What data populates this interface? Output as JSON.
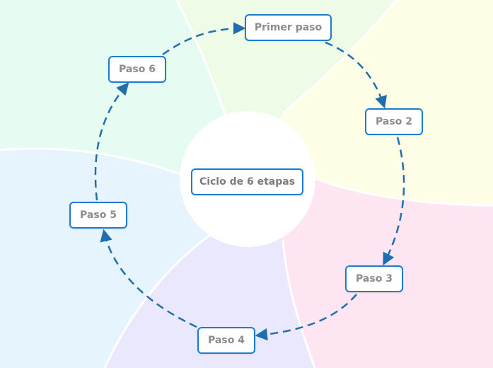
{
  "center": {
    "label": "Ciclo de 6 etapas"
  },
  "steps": [
    {
      "label": "Primer paso"
    },
    {
      "label": "Paso 2"
    },
    {
      "label": "Paso 3"
    },
    {
      "label": "Paso 4"
    },
    {
      "label": "Paso 5"
    },
    {
      "label": "Paso 6"
    }
  ],
  "colors": {
    "sector_fills": [
      "#eefbe6",
      "#fefde6",
      "#fde6f2",
      "#e9e8fc",
      "#e6f4fe",
      "#e6fbf2"
    ],
    "node_border": "#1e7bd2",
    "connector": "#1f6fae",
    "text": "#8c8c8c"
  }
}
